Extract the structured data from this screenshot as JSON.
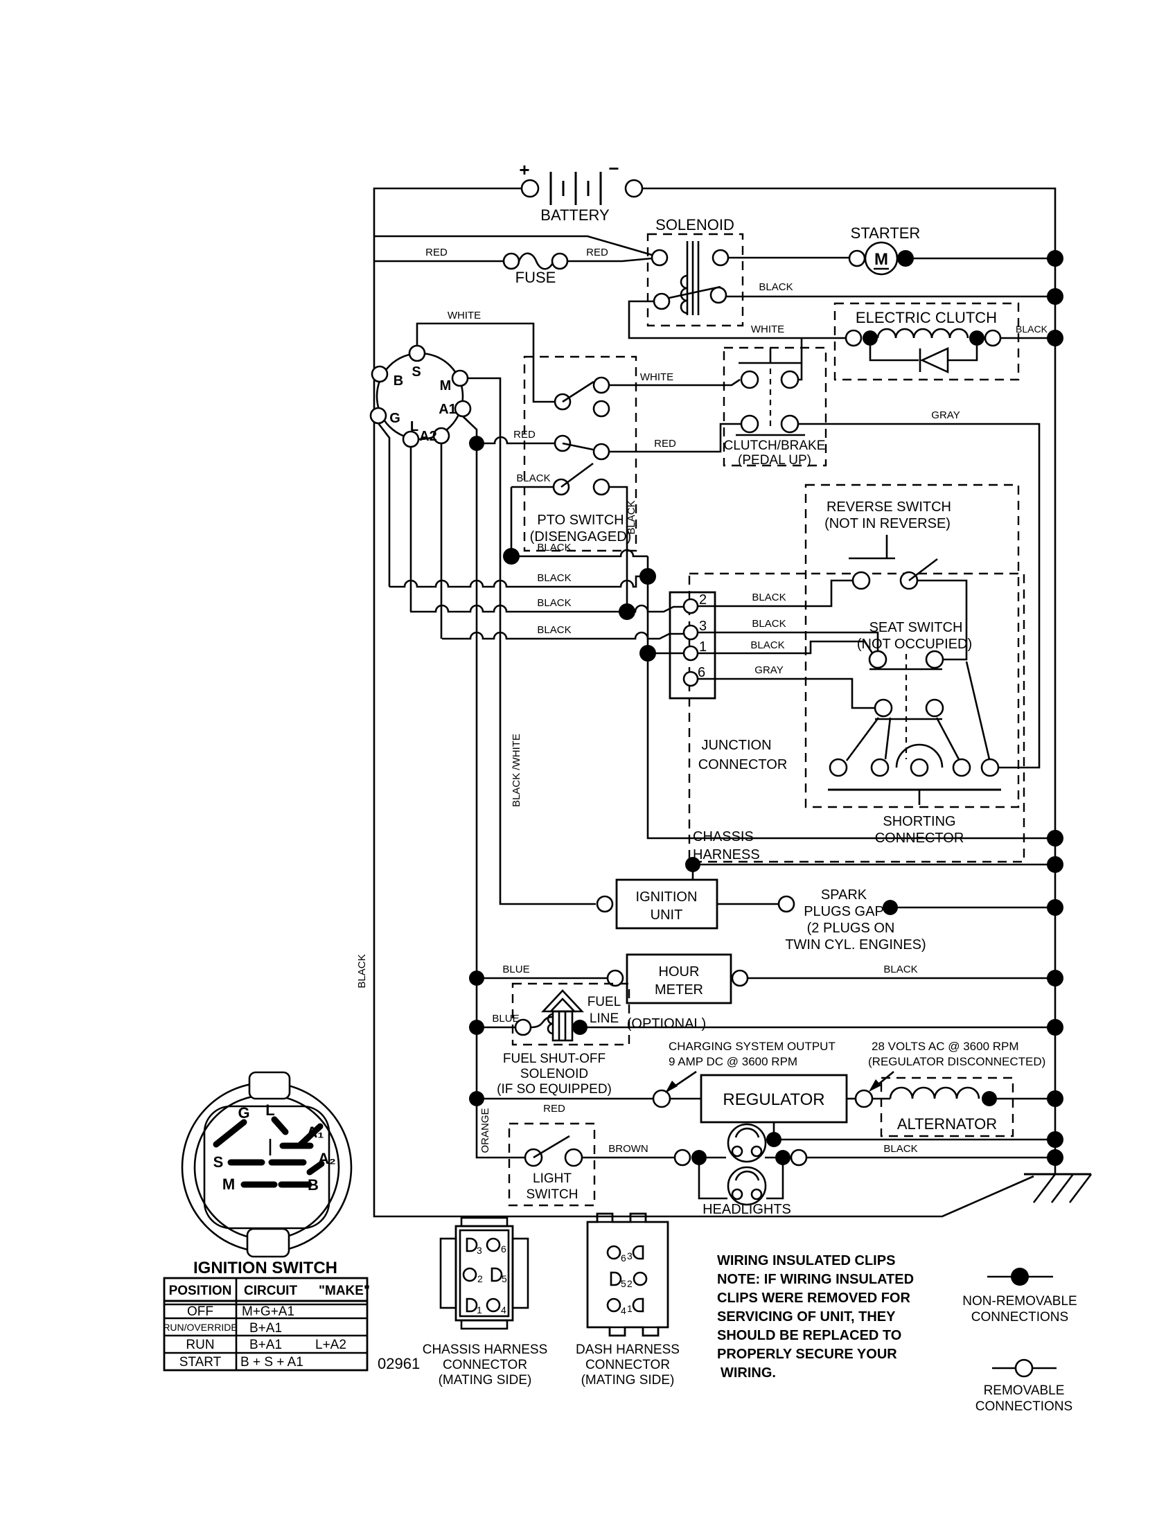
{
  "c": {
    "battery": "BATTERY",
    "plus": "+",
    "minus": "−",
    "solenoid": "SOLENOID",
    "fuse": "FUSE",
    "starter": "STARTER",
    "m": "M",
    "electric_clutch": "ELECTRIC CLUTCH",
    "clutch_brake": "CLUTCH/BRAKE",
    "pedal_up": "(PEDAL UP)",
    "pto": "PTO SWITCH",
    "disengaged": "(DISENGAGED)",
    "reverse": "REVERSE SWITCH",
    "not_in_reverse": "(NOT IN REVERSE)",
    "seat": "SEAT SWITCH",
    "not_occupied": "(NOT OCCUPIED)",
    "junction": "JUNCTION",
    "connector": "CONNECTOR",
    "shorting": "SHORTING",
    "chassis": "CHASSIS",
    "harness": "HARNESS",
    "ignition": "IGNITION",
    "unit": "UNIT",
    "spark": "SPARK",
    "plugs_gap": "PLUGS GAP",
    "two_plugs": "(2 PLUGS ON",
    "twin_cyl": "TWIN CYL. ENGINES)",
    "hour": "HOUR",
    "meter": "METER",
    "optional": "(OPTIONAL)",
    "fuel": "FUEL",
    "line": "LINE",
    "fuel_shut_off": "FUEL SHUT-OFF",
    "solenoid2": "SOLENOID",
    "if_so_equipped": "(IF SO EQUIPPED)",
    "charging1": "CHARGING SYSTEM OUTPUT",
    "charging2": "9 AMP DC @ 3600 RPM",
    "volts1": "28 VOLTS AC @ 3600 RPM",
    "volts2": "(REGULATOR DISCONNECTED)",
    "regulator": "REGULATOR",
    "alternator": "ALTERNATOR",
    "light": "LIGHT",
    "switch": "SWITCH",
    "headlights": "HEADLIGHTS"
  },
  "w": {
    "red": "RED",
    "white": "WHITE",
    "black": "BLACK",
    "gray": "GRAY",
    "blue": "BLUE",
    "orange": "ORANGE",
    "brown": "BROWN",
    "black_white": "BLACK /WHITE"
  },
  "term": {
    "b": "B",
    "s": "S",
    "m": "M",
    "a1": "A1",
    "a2": "A2",
    "g": "G",
    "l": "L"
  },
  "face": {
    "g": "G",
    "l": "L",
    "a1": "A₁",
    "a2": "A₂",
    "s": "S",
    "m": "M",
    "b": "B"
  },
  "pins": {
    "p2": "2",
    "p3": "3",
    "p1": "1",
    "p6": "6"
  },
  "ign_sw_title": "IGNITION SWITCH",
  "table": {
    "position": "POSITION",
    "circuit": "CIRCUIT",
    "make": "\"MAKE\"",
    "r1c1": "OFF",
    "r1c2": "M+G+A1",
    "r2c1": "RUN/OVERRIDE",
    "r2c2": "B+A1",
    "r3c1": "RUN",
    "r3c2": "B+A1",
    "r3c3": "L+A2",
    "r4c1": "START",
    "r4c2": "B + S + A1"
  },
  "code": "02961",
  "conn": {
    "chassis1": "CHASSIS HARNESS",
    "chassis2": "CONNECTOR",
    "chassis3": "(MATING SIDE)",
    "dash1": "DASH HARNESS",
    "dash2": "CONNECTOR",
    "dash3": "(MATING SIDE)",
    "cp": [
      "3",
      "6",
      "2",
      "5",
      "1",
      "4"
    ],
    "dp": [
      "6",
      "3",
      "5",
      "2",
      "4",
      "1"
    ]
  },
  "note": {
    "l1": "WIRING INSULATED CLIPS",
    "l2": "NOTE: IF WIRING INSULATED",
    "l3": "CLIPS WERE REMOVED FOR",
    "l4": "SERVICING OF UNIT, THEY",
    "l5": "SHOULD BE REPLACED TO",
    "l6": "PROPERLY SECURE YOUR",
    "l7": "WIRING."
  },
  "legend": {
    "nr1": "NON-REMOVABLE",
    "nr2": "CONNECTIONS",
    "r1": "REMOVABLE",
    "r2": "CONNECTIONS"
  }
}
